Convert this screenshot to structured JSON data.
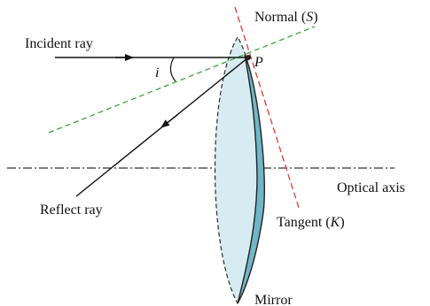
{
  "labels": {
    "incident_ray": "Incident ray",
    "reflect_ray": "Reflect ray",
    "angle": "i",
    "point": "P",
    "normal_prefix": "Normal (",
    "normal_symbol": "S",
    "normal_suffix": ")",
    "tangent_prefix": "Tangent (",
    "tangent_symbol": "K",
    "tangent_suffix": ")",
    "optical_axis": "Optical axis",
    "mirror": "Mirror"
  },
  "colors": {
    "ray": "#111111",
    "normal": "#3aa63a",
    "tangent": "#e53935",
    "axis": "#333333",
    "lens_fill": "#d6ecf2",
    "mirror_fill": "#6fb7c7",
    "point": "#222222"
  }
}
